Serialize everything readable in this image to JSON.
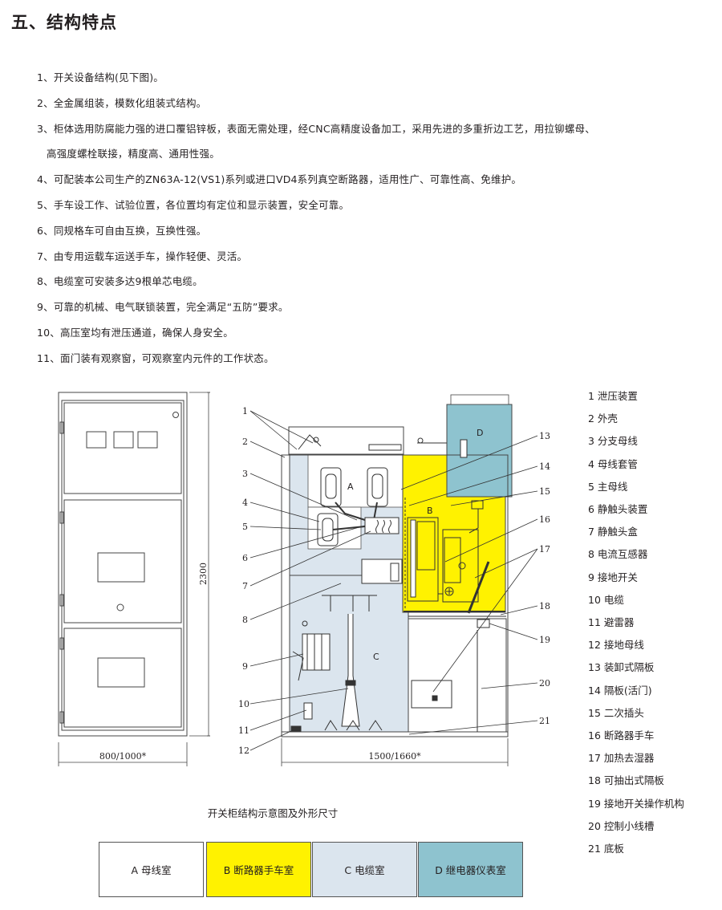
{
  "heading": "五、结构特点",
  "features": [
    "1、开关设备结构(见下图)。",
    "2、全金属组装，模数化组装式结构。",
    "3、柜体选用防腐能力强的进口覆铝锌板，表面无需处理，经CNC高精度设备加工，采用先进的多重折边工艺，用拉铆螺母、",
    "高强度螺栓联接，精度高、通用性强。",
    "4、可配装本公司生产的ZN63A-12(VS1)系列或进口VD4系列真空断路器，适用性广、可靠性高、免维护。",
    "5、手车设工作、试验位置，各位置均有定位和显示装置，安全可靠。",
    "6、同规格车可自由互换，互换性强。",
    "7、由专用运载车运送手车，操作轻便、灵活。",
    "8、电缆室可安装多达9根单芯电缆。",
    "9、可靠的机械、电气联锁装置，完全满足“五防”要求。",
    "10、高压室均有泄压通道，确保人身安全。",
    "11、面门装有观察窗，可观察室内元件的工作状态。"
  ],
  "dimensions": {
    "height": "2300",
    "front_width": "800/1000*",
    "side_depth": "1500/1660*"
  },
  "compartment_labels": {
    "a": "A",
    "b": "B",
    "c": "C",
    "d": "D"
  },
  "callouts": [
    "1",
    "2",
    "3",
    "4",
    "5",
    "6",
    "7",
    "8",
    "9",
    "10",
    "11",
    "12",
    "13",
    "14",
    "15",
    "16",
    "17",
    "18",
    "19",
    "20",
    "21"
  ],
  "parts": [
    "1  泄压装置",
    "2  外壳",
    "3   分支母线",
    "4  母线套管",
    "5  主母线",
    "6  静触头装置",
    "7   静触头盒",
    "8  电流互感器",
    "9  接地开关",
    "10 电缆",
    "11   避雷器",
    "12   接地母线",
    "13  装卸式隔板",
    "14 隔板(活门)",
    "15   二次插头",
    "16  断路器手车",
    "17  加热去湿器",
    "18 可抽出式隔板",
    "19  接地开关操作机构",
    "20  控制小线槽",
    "21  底板"
  ],
  "caption": "开关柜结构示意图及外形尺寸",
  "legend": [
    {
      "label": "A 母线室",
      "color": "#ffffff"
    },
    {
      "label": "B 断路器手车室",
      "color": "#fff200"
    },
    {
      "label": "C 电缆室",
      "color": "#dbe5ee"
    },
    {
      "label": "D 继电器仪表室",
      "color": "#8ec3cf"
    }
  ]
}
